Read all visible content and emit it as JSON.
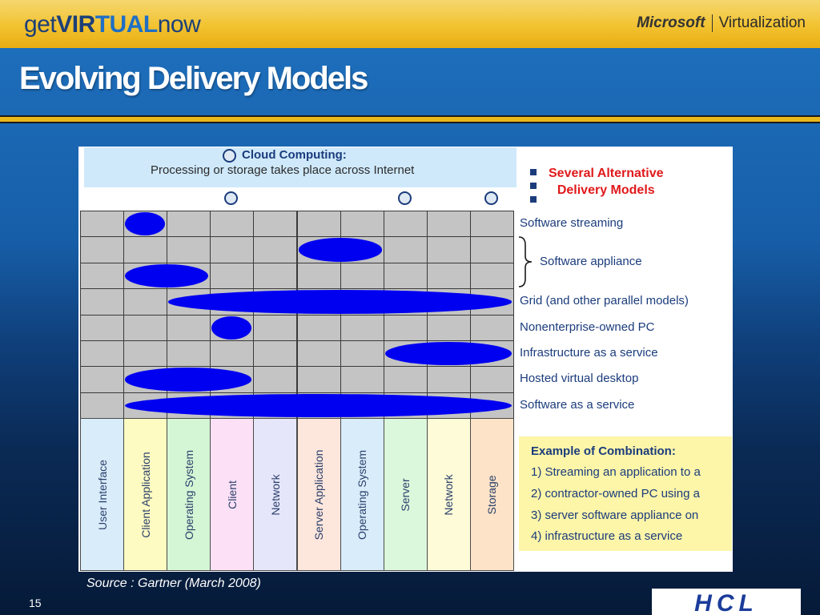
{
  "header": {
    "brand_get": "get",
    "brand_virtual_a": "VIR",
    "brand_virtual_b": "TUAL",
    "brand_now": "now",
    "microsoft": "Microsoft",
    "virtualization": "Virtualization"
  },
  "slide": {
    "title": "Evolving Delivery Models",
    "page_number": "15",
    "source": "Source : Gartner (March 2008)",
    "logo": "HCL"
  },
  "cloud": {
    "title": "Cloud Computing:",
    "subtitle": "Processing or storage takes place across Internet"
  },
  "columns": [
    {
      "label": "User Interface",
      "color": "#d8ecfa"
    },
    {
      "label": "Client Application",
      "color": "#fdfbc2"
    },
    {
      "label": "Operating System",
      "color": "#d5f6d5"
    },
    {
      "label": "Client",
      "color": "#fbe0f6"
    },
    {
      "label": "Network",
      "color": "#e6e6fa"
    },
    {
      "label": "Server Application",
      "color": "#fde6dc"
    },
    {
      "label": "Operating System",
      "color": "#d8ecfa"
    },
    {
      "label": "Server",
      "color": "#dcf8dc"
    },
    {
      "label": "Network",
      "color": "#fdfbd8"
    },
    {
      "label": "Storage",
      "color": "#fde3c8"
    }
  ],
  "rows": [
    {
      "label": "Software streaming",
      "span": [
        1,
        1
      ]
    },
    {
      "label": "",
      "span": [
        5,
        6
      ]
    },
    {
      "label": "",
      "span": [
        1,
        2
      ]
    },
    {
      "label": "Grid (and other parallel models)",
      "span": [
        2,
        9
      ]
    },
    {
      "label": "Nonenterprise-owned PC",
      "span": [
        3,
        3
      ]
    },
    {
      "label": "Infrastructure as a service",
      "span": [
        7,
        9
      ]
    },
    {
      "label": "Hosted virtual desktop",
      "span": [
        1,
        3
      ]
    },
    {
      "label": "Software as a service",
      "span": [
        1,
        9
      ]
    }
  ],
  "software_appliance_label": "Software appliance",
  "cloud_marker_columns": [
    3,
    7,
    9
  ],
  "alternatives": {
    "line1": "Several Alternative",
    "line2": "Delivery Models"
  },
  "combination": {
    "title": "Example of Combination:",
    "lines": [
      "1) Streaming an application to a",
      "2) contractor-owned PC using a",
      "3) server software appliance on",
      "4) infrastructure as a service"
    ]
  },
  "colors": {
    "blob": "#0000f0",
    "cell": "#c4c4c4",
    "alt_title": "#e0191b"
  }
}
